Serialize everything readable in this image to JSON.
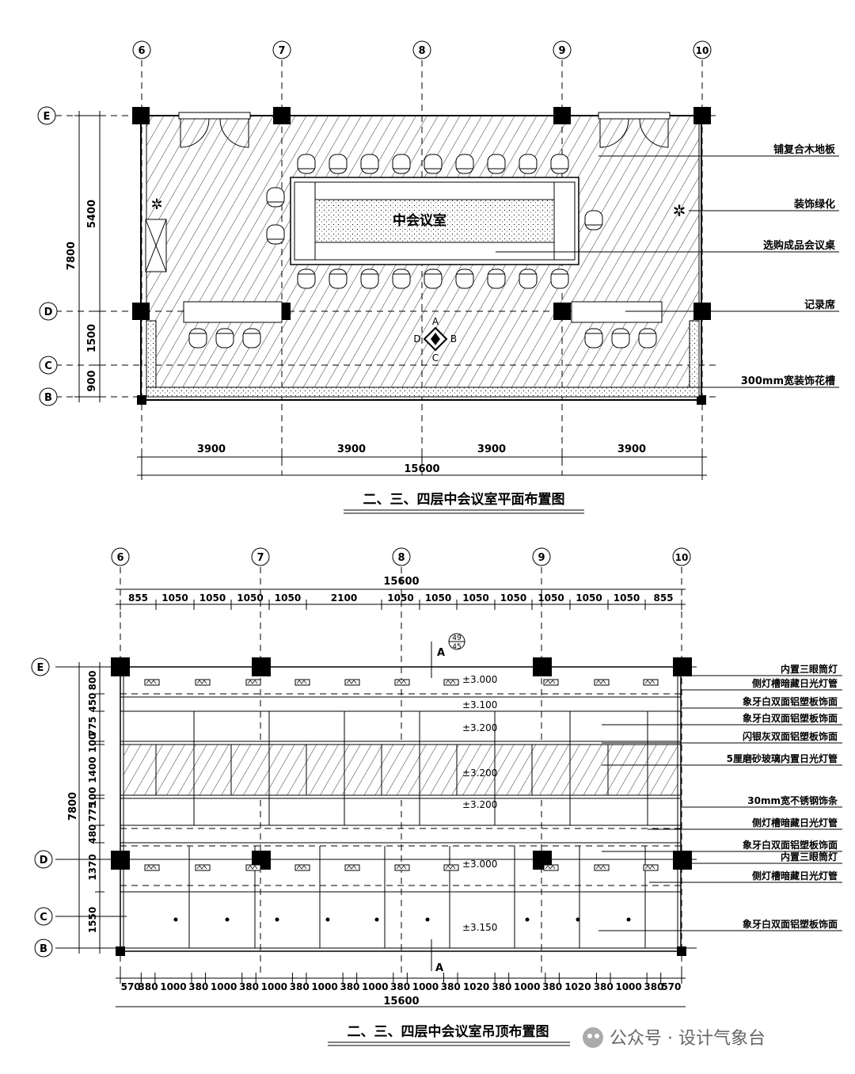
{
  "plan": {
    "title": "二、三、四层中会议室平面布置图",
    "room_name": "中会议室",
    "axes_x": [
      "6",
      "7",
      "8",
      "9",
      "10"
    ],
    "axes_y": [
      "E",
      "D",
      "C",
      "B"
    ],
    "dims_bottom": [
      "3900",
      "3900",
      "3900",
      "3900"
    ],
    "dim_total": "15600",
    "dims_left": [
      "5400",
      "1500",
      "900"
    ],
    "dim_left_total": "7800",
    "section_marks": [
      "A",
      "B",
      "C",
      "D"
    ],
    "labels": [
      "铺复合木地板",
      "装饰绿化",
      "选购成品会议桌",
      "记录席",
      "300mm宽装饰花槽"
    ]
  },
  "ceiling": {
    "title": "二、三、四层中会议室吊顶布置图",
    "axes_x": [
      "6",
      "7",
      "8",
      "9",
      "10"
    ],
    "axes_y": [
      "E",
      "D",
      "C",
      "B"
    ],
    "dim_total_top": "15600",
    "dims_top": [
      "855",
      "1050",
      "1050",
      "1050",
      "1050",
      "2100",
      "1050",
      "1050",
      "1050",
      "1050",
      "1050",
      "1050",
      "1050",
      "855"
    ],
    "dims_left": [
      "800",
      "450",
      "775",
      "100",
      "1400",
      "100",
      "775",
      "480",
      "1370",
      "1550"
    ],
    "dim_left_total": "7800",
    "dims_bottom": [
      "570",
      "380",
      "1000",
      "380",
      "1000",
      "380",
      "1000",
      "380",
      "1000",
      "380",
      "1000",
      "380",
      "1000",
      "380",
      "1020",
      "380",
      "1000",
      "380",
      "1020",
      "380",
      "1000",
      "380",
      "570"
    ],
    "dim_total_bottom": "15600",
    "elevations": [
      "±3.000",
      "±3.100",
      "±3.200",
      "±3.200",
      "±3.200",
      "±3.000",
      "±3.150"
    ],
    "section_ref": {
      "letter": "A",
      "num": "49",
      "den": "45"
    },
    "section_ref_bottom": "A",
    "labels": [
      "内置三眼筒灯",
      "侧灯槽暗藏日光灯管",
      "象牙白双面铝塑板饰面",
      "象牙白双面铝塑板饰面",
      "闪银灰双面铝塑板饰面",
      "5厘磨砂玻璃内置日光灯管",
      "30mm宽不锈钢饰条",
      "侧灯槽暗藏日光灯管",
      "象牙白双面铝塑板饰面",
      "内置三眼筒灯",
      "侧灯槽暗藏日光灯管",
      "象牙白双面铝塑板饰面"
    ]
  },
  "watermark": "公众号 · 设计气象台"
}
